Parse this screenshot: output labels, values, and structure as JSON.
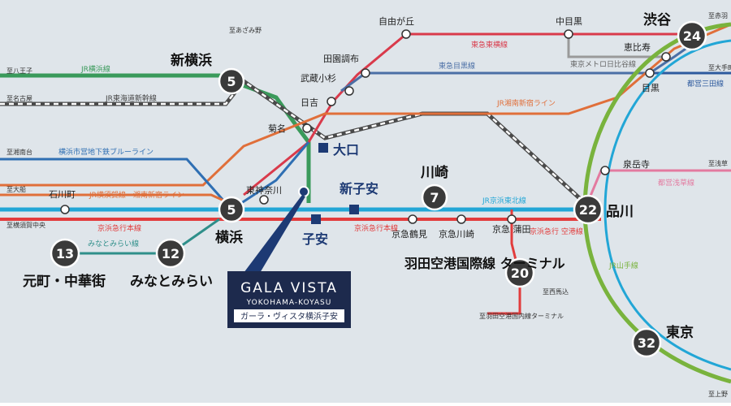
{
  "colors": {
    "background": "#dfe5ea",
    "jr_green": "#3a9a5b",
    "tokyu_red": "#d93a4b",
    "tokyu_blue": "#4b6fa6",
    "jr_orange": "#e06f3a",
    "blue_line": "#2f6fb3",
    "keikyu_red": "#e23c3c",
    "jr_cyan": "#22a6d6",
    "yamanote": "#79b33d",
    "teal": "#2f8f8a",
    "pink": "#e37aa0",
    "shinkansen": "#4a4a4a",
    "navy": "#1d3a74",
    "time_badge": "#3a3a3a"
  },
  "title_card": {
    "name_en": "GALA VISTA",
    "subtitle_en": "YOKOHAMA-KOYASU",
    "name_ja": "ガーラ・ヴィスタ横浜子安"
  },
  "stations": {
    "shin_yokohama": "新横浜",
    "yokohama": "横浜",
    "kawasaki": "川崎",
    "shinagawa": "品川",
    "shibuya": "渋谷",
    "tokyo": "東京",
    "motomachi": "元町・中華街",
    "minatomirai": "みなとみらい",
    "haneda": "羽田空港国際線\nターミナル",
    "shin_koyasu": "新子安",
    "koyasu": "子安",
    "oguchi": "大口",
    "jiyugaoka": "自由が丘",
    "nakameguro": "中目黒",
    "ebisu": "恵比寿",
    "meguro": "目黒",
    "sengakuji": "泉岳寺",
    "den_en_chofu": "田園調布",
    "musashi_kosugi": "武蔵小杉",
    "hiyoshi": "日吉",
    "kikuna": "菊名",
    "higashi_kanagawa": "東神奈川",
    "ishikawacho": "石川町",
    "keikyu_tsurumi": "京急鶴見",
    "keikyu_kawasaki": "京急川崎",
    "keikyu_kamata": "京急\n蒲田"
  },
  "directions": {
    "to_azamino": "至あざみ野",
    "to_hachioji": "至八王子",
    "to_nagoya": "至名古屋",
    "to_shonandai": "至湘南台",
    "to_ofuna": "至大船",
    "to_yokosuka": "至横須賀中央",
    "to_akabane": "至赤羽",
    "to_otemachi": "至大手町",
    "to_asakusa": "至浅草",
    "to_ueno": "至上野",
    "to_haneda_domestic": "至羽田空港国内線ターミナル",
    "to_takanawa": "至西馬込"
  },
  "lines": {
    "jr_yokohama": "JR横浜線",
    "tokaido_shinkansen": "JR東海道新幹線",
    "tokyu_toyoko": "東急東横線",
    "tokyu_meguro": "東急目黒線",
    "tokyo_metro_hibiya": "東京メトロ日比谷線",
    "toei_mita": "都営三田線",
    "jr_shonan_shinjuku": "JR湘南新宿ライン",
    "blue_line": "横浜市営地下鉄ブルーライン",
    "jr_yokosuka": "JR横須賀線・湘南新宿ライン",
    "jr_keihin_tohoku": "JR京浜東北線",
    "keikyu_main": "京浜急行本線",
    "minatomirai_line": "みなとみらい線",
    "keikyu_airport": "京浜急行\n空港線",
    "toei_asakusa": "都営浅草線",
    "jr_yamanote": "JR山手線"
  },
  "time_badges": {
    "shin_yokohama": "5",
    "yokohama": "5",
    "kawasaki": "7",
    "shinagawa": "22",
    "shibuya": "24",
    "tokyo": "32",
    "motomachi": "13",
    "minatomirai": "12",
    "haneda": "20"
  }
}
